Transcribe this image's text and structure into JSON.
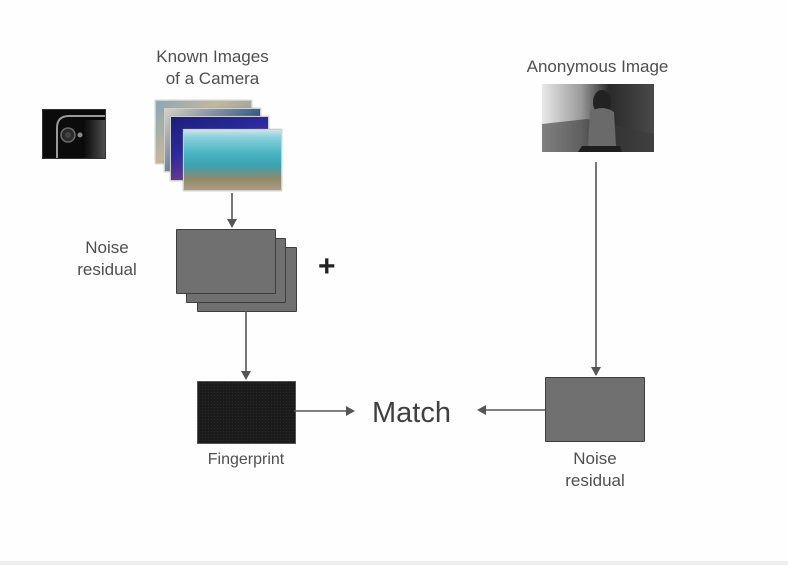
{
  "diagram": {
    "known_images_label_line1": "Known Images",
    "known_images_label_line2": "of a Camera",
    "anonymous_image_label": "Anonymous Image",
    "noise_residual_left_line1": "Noise",
    "noise_residual_left_line2": "residual",
    "plus_symbol": "+",
    "fingerprint_label": "Fingerprint",
    "match_label": "Match",
    "noise_residual_right_line1": "Noise",
    "noise_residual_right_line2": "residual"
  },
  "icons": {
    "camera": "camera-lens-icon"
  },
  "colors": {
    "residual_fill": "#707070",
    "fingerprint_fill": "#1b1b1b",
    "arrow": "#555555",
    "text": "#4f4f4f"
  }
}
